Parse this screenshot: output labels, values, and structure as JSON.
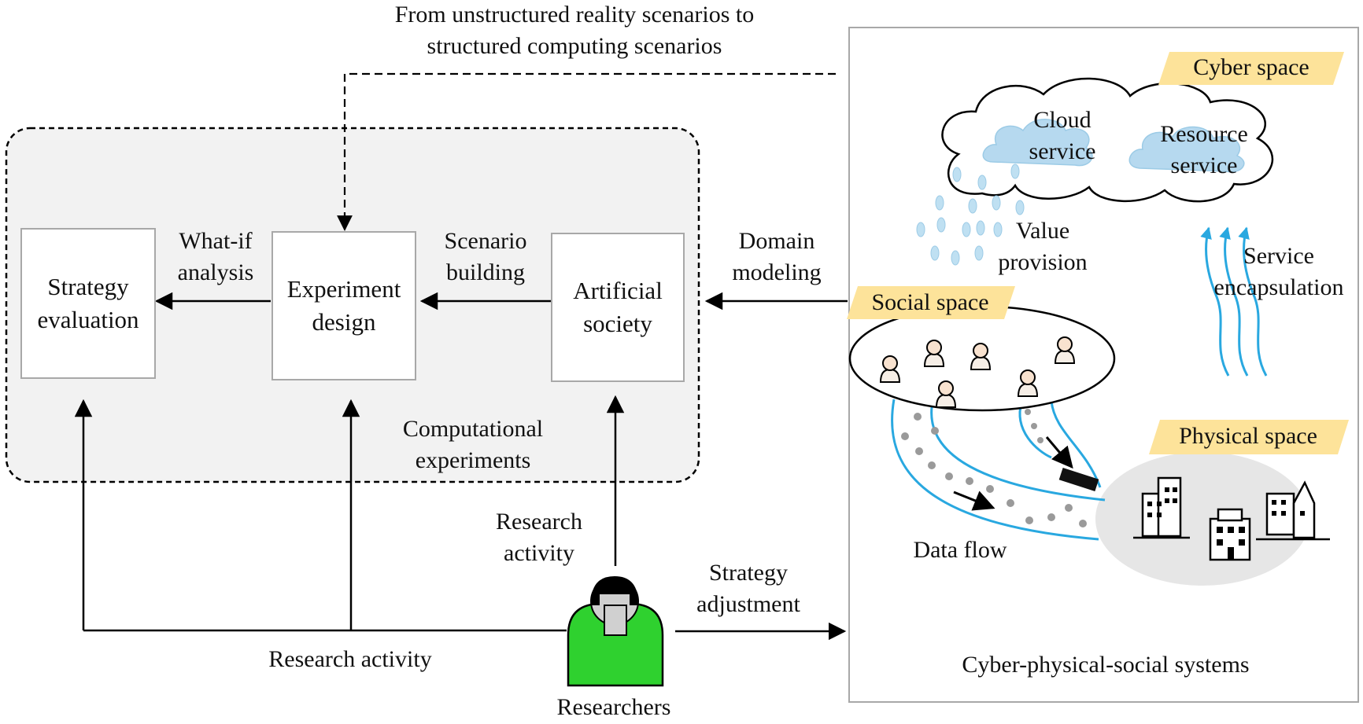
{
  "top_caption": [
    "From unstructured reality scenarios to",
    "structured computing scenarios"
  ],
  "boxes": {
    "strategy_evaluation": [
      "Strategy",
      "evaluation"
    ],
    "experiment_design": [
      "Experiment",
      "design"
    ],
    "artificial_society": [
      "Artificial",
      "society"
    ]
  },
  "edge_labels": {
    "what_if": [
      "What-if",
      "analysis"
    ],
    "scenario": [
      "Scenario",
      "building"
    ],
    "domain": [
      "Domain",
      "modeling"
    ],
    "computational": [
      "Computational",
      "experiments"
    ],
    "research_activity_right": [
      "Research",
      "activity"
    ],
    "research_activity_bottom": "Research activity",
    "strategy_adjustment": [
      "Strategy",
      "adjustment"
    ],
    "researchers": "Researchers"
  },
  "cps": {
    "cyber_space": "Cyber space",
    "cloud_service": [
      "Cloud",
      "service"
    ],
    "resource_service": [
      "Resource",
      "service"
    ],
    "value_provision": [
      "Value",
      "provision"
    ],
    "service_encapsulation": [
      "Service",
      "encapsulation"
    ],
    "social_space": "Social space",
    "physical_space": "Physical space",
    "data_flow": "Data flow",
    "footer": "Cyber-physical-social systems"
  },
  "colors": {
    "tag_yellow": "#fde39a",
    "cloud_blue": "#b6d9ef",
    "flow_blue": "#29a8e0",
    "researcher_green": "#2fd12f",
    "panel_gray": "#f2f2f2"
  }
}
